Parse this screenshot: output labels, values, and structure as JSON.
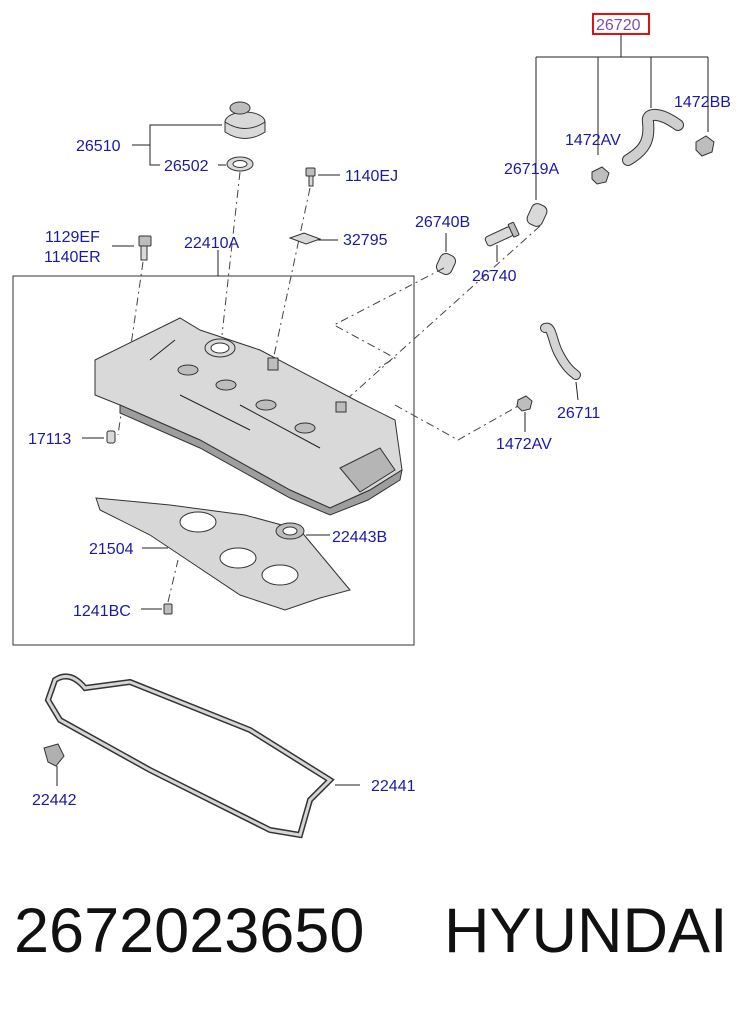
{
  "labels": {
    "p26720": "26720",
    "p1472BB": "1472BB",
    "p1472AV_top": "1472AV",
    "p26719A": "26719A",
    "p26740B": "26740B",
    "p26740": "26740",
    "p26510": "26510",
    "p26502": "26502",
    "p1140EJ": "1140EJ",
    "p32795": "32795",
    "p1129EF": "1129EF",
    "p1140ER": "1140ER",
    "p22410A": "22410A",
    "p17113": "17113",
    "p26711": "26711",
    "p1472AV_bottom": "1472AV",
    "p21504": "21504",
    "p22443B": "22443B",
    "p1241BC": "1241BC",
    "p22441": "22441",
    "p22442": "22442"
  },
  "caption": {
    "part_number": "2672023650",
    "brand": "HYUNDAI"
  },
  "colors": {
    "label": "#1a1aa6",
    "highlight_box": "#e01010",
    "highlight_text": "#7a4fb0"
  }
}
